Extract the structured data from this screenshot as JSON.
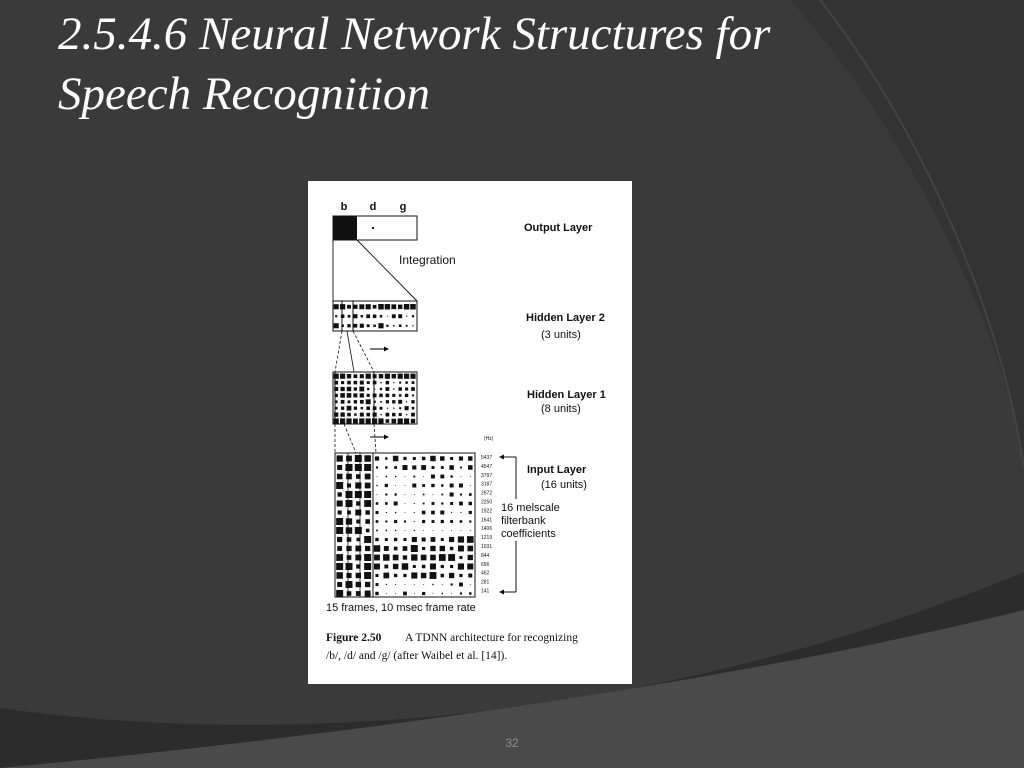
{
  "slide": {
    "title_line1": "2.5.4.6 Neural Network Structures for",
    "title_line2": "Speech Recognition",
    "slide_number": "32"
  },
  "figure": {
    "output_classes": [
      "b",
      "d",
      "g"
    ],
    "output_layer_label": "Output Layer",
    "integration_label": "Integration",
    "hidden_layer2_label": "Hidden Layer 2",
    "hidden_layer2_units": "(3 units)",
    "hidden_layer1_label": "Hidden Layer 1",
    "hidden_layer1_units": "(8 units)",
    "input_layer_label": "Input Layer",
    "input_layer_units": "(16 units)",
    "hz_label": "(Hz)",
    "frequencies": [
      "5437",
      "4547",
      "3797",
      "3187",
      "2672",
      "2250",
      "1922",
      "1641",
      "1406",
      "1219",
      "1031",
      "844",
      "656",
      "462",
      "281",
      "141"
    ],
    "melscale_line1": "16 melscale",
    "melscale_line2": "filterbank",
    "melscale_line3": "coefficients",
    "frames_label": "15 frames,  10 msec frame rate",
    "caption_bold": "Figure 2.50",
    "caption_line1": "A TDNN architecture for recognizing",
    "caption_line2": "/b/, /d/ and /g/ (after Waibel et al. [14])."
  },
  "colors": {
    "background": "#3a3a3a",
    "arc_dark": "#2c2c2c",
    "arc_light": "#4a4a4a",
    "title_text": "#ffffff",
    "slide_number_text": "#8c8c8c",
    "figure_background": "#ffffff",
    "figure_ink": "#111111"
  }
}
